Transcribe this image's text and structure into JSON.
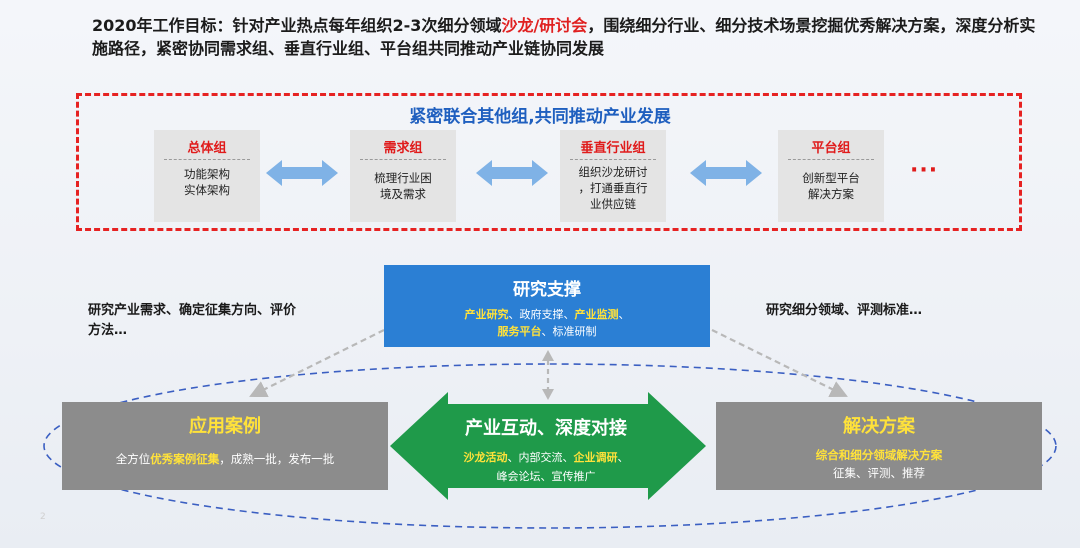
{
  "goal": {
    "part1": "2020年工作目标：针对产业热点每年组织2-3次细分领域",
    "highlight": "沙龙/研讨会",
    "part2": "，围绕细分行业、细分技术场景挖掘优秀解决方案，深度分析实施路径，紧密协同需求组、垂直行业组、平台组共同推动产业链协同发展"
  },
  "frame": {
    "title": "紧密联合其他组,共同推动产业发展",
    "ellipsis": "···"
  },
  "groups": [
    {
      "name": "总体组",
      "desc_line1": "功能架构",
      "desc_line2": "实体架构"
    },
    {
      "name": "需求组",
      "desc_line1": "梳理行业困",
      "desc_line2": "境及需求"
    },
    {
      "name": "垂直行业组",
      "desc_line1": "组织沙龙研讨",
      "desc_line2": "，打通垂直行",
      "desc_line3": "业供应链"
    },
    {
      "name": "平台组",
      "desc_line1": "创新型平台",
      "desc_line2": "解决方案"
    }
  ],
  "research": {
    "title": "研究支撑",
    "item1": "产业研究",
    "sep1": "、政府支撑、",
    "item2": "产业监测",
    "sep2": "、",
    "item3": "服务平台",
    "sep3": "、标准研制"
  },
  "notes": {
    "left_line1": "研究产业需求、确定征集方向、评价",
    "left_line2": "方法…",
    "right": "研究细分领域、评测标准…"
  },
  "application": {
    "title": "应用案例",
    "body_pre": "全方位",
    "body_hl": "优秀案例征集",
    "body_post": "，成熟一批，发布一批"
  },
  "center": {
    "title": "产业互动、深度对接",
    "line1_a": "沙龙活动",
    "line1_b": "、内部交流、",
    "line1_c": "企业调研",
    "line1_d": "、",
    "line2": "峰会论坛、宣传推广"
  },
  "solution": {
    "title": "解决方案",
    "line1": "综合和细分领域解决方案",
    "line2": "征集、评测、推荐"
  },
  "page_number": "2",
  "colors": {
    "red": "#e62222",
    "blue": "#2b7fd4",
    "green": "#1f9a4a",
    "yellow": "#ffe23a",
    "gray": "#8c8c8c"
  }
}
